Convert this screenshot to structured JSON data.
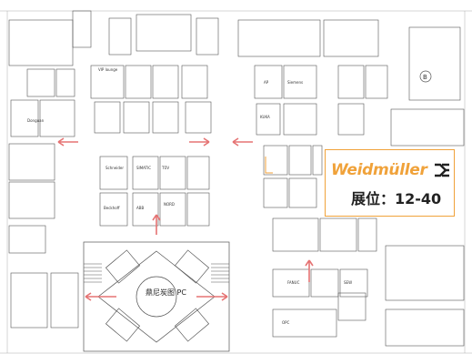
{
  "callout": {
    "brand": "Weidmüller",
    "booth_label": "展位：12-40"
  },
  "centers": {
    "main_hall": "鼎尼炭图 PC",
    "info": "B"
  },
  "colors": {
    "accent": "#f0a23a",
    "arrow": "#e57373",
    "line": "#555555",
    "grid": "#9a9a9a"
  },
  "booths": {
    "vip": "VIP lounge",
    "booth_a": "AP",
    "booth_b": "Schneider",
    "booth_c": "SIMATIC",
    "booth_d": "TÜV",
    "booth_e": "NORD",
    "booth_f": "Donguan",
    "booth_g": "Beckhoff",
    "booth_h": "ABB",
    "booth_i": "Siemens",
    "booth_j": "KUKA",
    "booth_k": "FANUC",
    "booth_l": "OPC",
    "booth_m": "SEW"
  }
}
